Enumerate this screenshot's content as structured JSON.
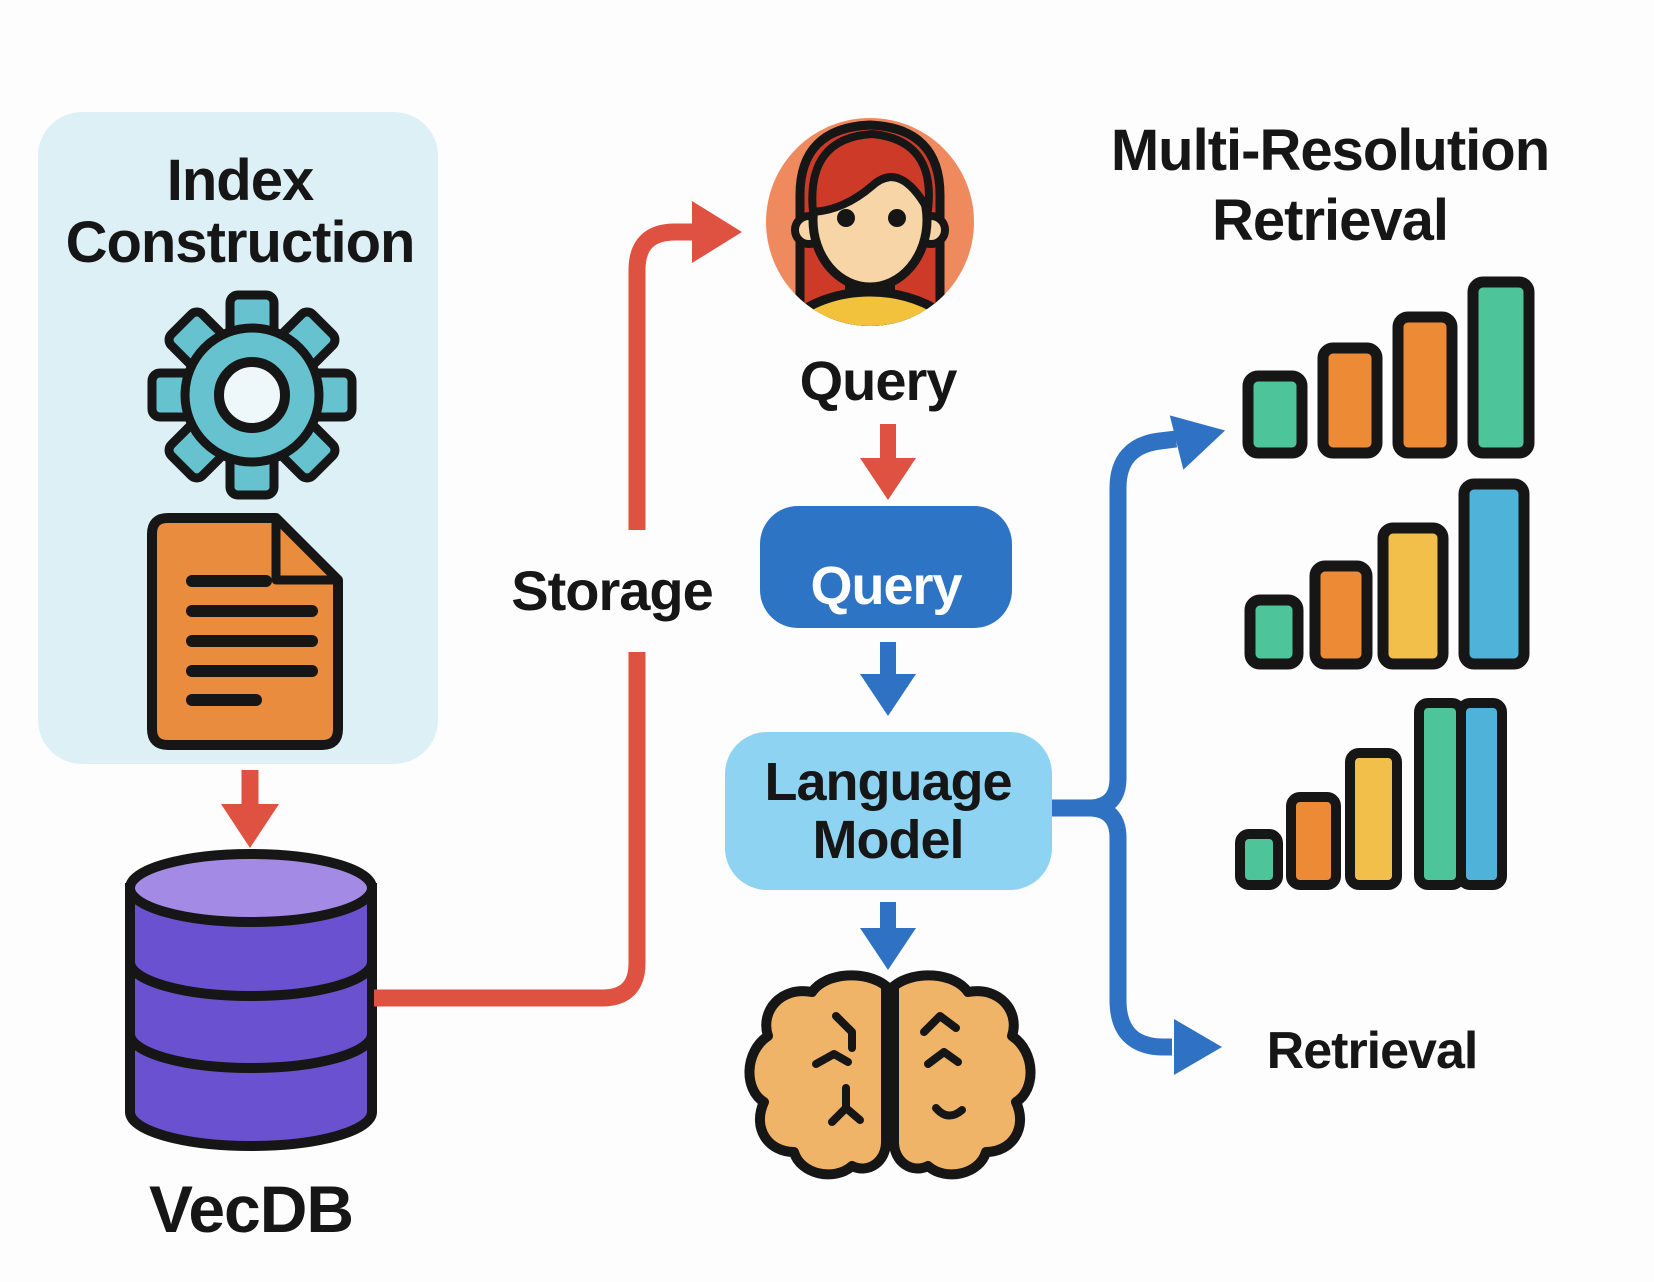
{
  "title": {
    "line1": "Multi-Resolution",
    "line2": "Retrieval"
  },
  "index_panel": {
    "title_line1": "Index",
    "title_line2": "Construction"
  },
  "database": {
    "label": "VecDB"
  },
  "storage": {
    "label": "Storage"
  },
  "user": {
    "label": "Query"
  },
  "query_box": {
    "label": "Query"
  },
  "language_model": {
    "line1": "Language",
    "line2": "Model"
  },
  "retrieval": {
    "label": "Retrieval"
  },
  "colors": {
    "background": "#fdfdfd",
    "panel_bg": "#ddf0f6",
    "gear_teal": "#66c2ce",
    "gear_hole": "#eef8fa",
    "doc_orange": "#e98c3d",
    "db_body": "#6a51cf",
    "db_top": "#a38ae5",
    "arrow_red": "#df5140",
    "arrow_blue": "#2f72c3",
    "query_box_blue": "#2e74c4",
    "lm_box_blue": "#8ed3f2",
    "avatar_bg": "#ef8a5e",
    "avatar_hair": "#ce3a28",
    "avatar_skin": "#f7d5a6",
    "avatar_shirt": "#f3c23c",
    "brain_tan": "#f0b468",
    "outline": "#161616"
  },
  "chart_data": [
    {
      "type": "bar",
      "bars": [
        {
          "height": 77,
          "color": "#4ec49a"
        },
        {
          "height": 105,
          "color": "#ec8a35"
        },
        {
          "height": 136,
          "color": "#ec8a35"
        },
        {
          "height": 171,
          "color": "#4ec49a"
        }
      ]
    },
    {
      "type": "bar",
      "bars": [
        {
          "height": 64,
          "color": "#4ec49a"
        },
        {
          "height": 98,
          "color": "#ec8a35"
        },
        {
          "height": 136,
          "color": "#f3bf4b"
        },
        {
          "height": 180,
          "color": "#4fb3d9"
        }
      ]
    },
    {
      "type": "bar",
      "bars": [
        {
          "height": 51,
          "color": "#4ec49a"
        },
        {
          "height": 88,
          "color": "#ec8a35"
        },
        {
          "height": 132,
          "color": "#f3bf4b"
        },
        {
          "height": 182,
          "color": "#4ec49a"
        },
        {
          "height": 182,
          "color": "#4fb3d9"
        }
      ]
    }
  ]
}
